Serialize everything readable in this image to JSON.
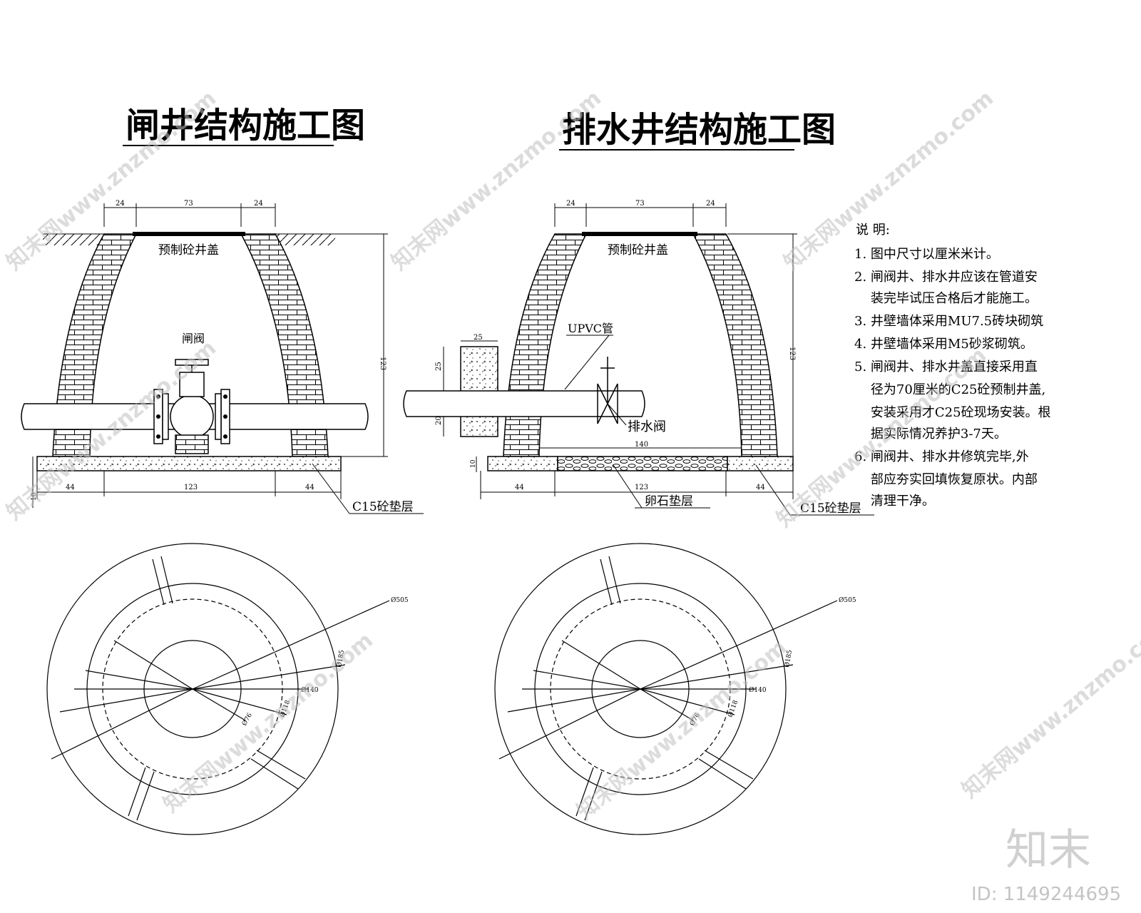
{
  "titles": {
    "left": "闸井结构施工图",
    "right": "排水井结构施工图"
  },
  "left_section": {
    "dim_top": [
      "24",
      "73",
      "24"
    ],
    "cover_label": "预制砼井盖",
    "valve_label": "闸阀",
    "height_dim": "123",
    "dim_bottom": [
      "44",
      "123",
      "44"
    ],
    "base_dim": "10",
    "base_label": "C15砼垫层"
  },
  "right_section": {
    "dim_top": [
      "24",
      "73",
      "24"
    ],
    "cover_label": "预制砼井盖",
    "pipe_label": "UPVC管",
    "valve_label": "排水阀",
    "height_dim": "123",
    "dim_bottom": [
      "44",
      "123",
      "44"
    ],
    "span_dim": "140",
    "side_block_dims": [
      "25",
      "25",
      "20"
    ],
    "base_dim": "10",
    "gravel_label": "卵石垫层",
    "base_label": "C15砼垫层"
  },
  "plan_dims": [
    "Ø505",
    "Ø185",
    "Ø140",
    "Ø118",
    "Ø76"
  ],
  "notes": {
    "heading": "说 明:",
    "items": [
      "1. 图中尺寸以厘米米计。",
      "2. 闸阀井、排水井应该在管道安",
      "    装完毕试压合格后才能施工。",
      "3. 井壁墙体采用MU7.5砖块砌筑",
      "4. 井壁墙体采用M5砂浆砌筑。",
      "5. 闸阀井、排水井盖直接采用直",
      "    径为70厘米的C25砼预制井盖,",
      "    安装采用才C25砼现场安装。根",
      "    据实际情况养护3-7天。",
      "6. 闸阀井、排水井修筑完毕,外",
      "    部应夯实回填恢复原状。内部",
      "    清理干净。"
    ]
  },
  "watermark": {
    "logo": "知末",
    "id_text": "ID: 1149244695",
    "repeat": "知末网www.znzmo.com"
  }
}
